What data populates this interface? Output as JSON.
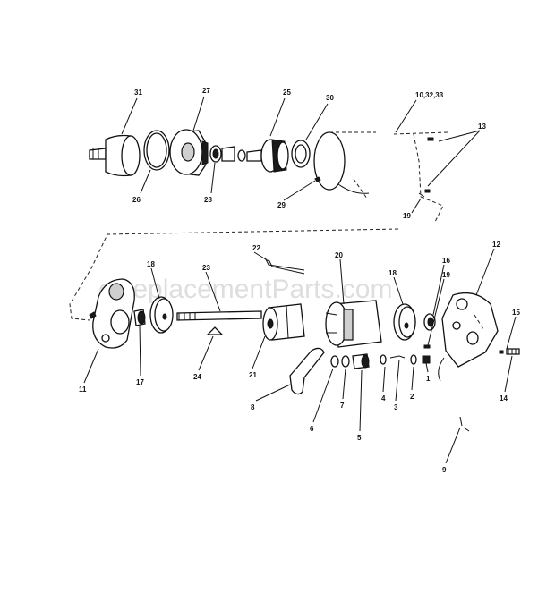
{
  "watermark": "eReplacementParts.com",
  "callouts": {
    "c31": "31",
    "c27": "27",
    "c25": "25",
    "c30": "30",
    "c10": "10,32,33",
    "c13": "13",
    "c26": "26",
    "c28": "28",
    "c29a": "29",
    "c19a": "19",
    "c22": "22",
    "c20": "20",
    "c18a": "18",
    "c23": "23",
    "c18b": "18",
    "c16": "16",
    "c19b": "19",
    "c12": "12",
    "c15": "15",
    "c11": "11",
    "c17": "17",
    "c24": "24",
    "c21": "21",
    "c4": "4",
    "c3": "3",
    "c2": "2",
    "c1": "1",
    "c14": "14",
    "c8": "8",
    "c6": "6",
    "c7": "7",
    "c5": "5",
    "c9": "9"
  }
}
